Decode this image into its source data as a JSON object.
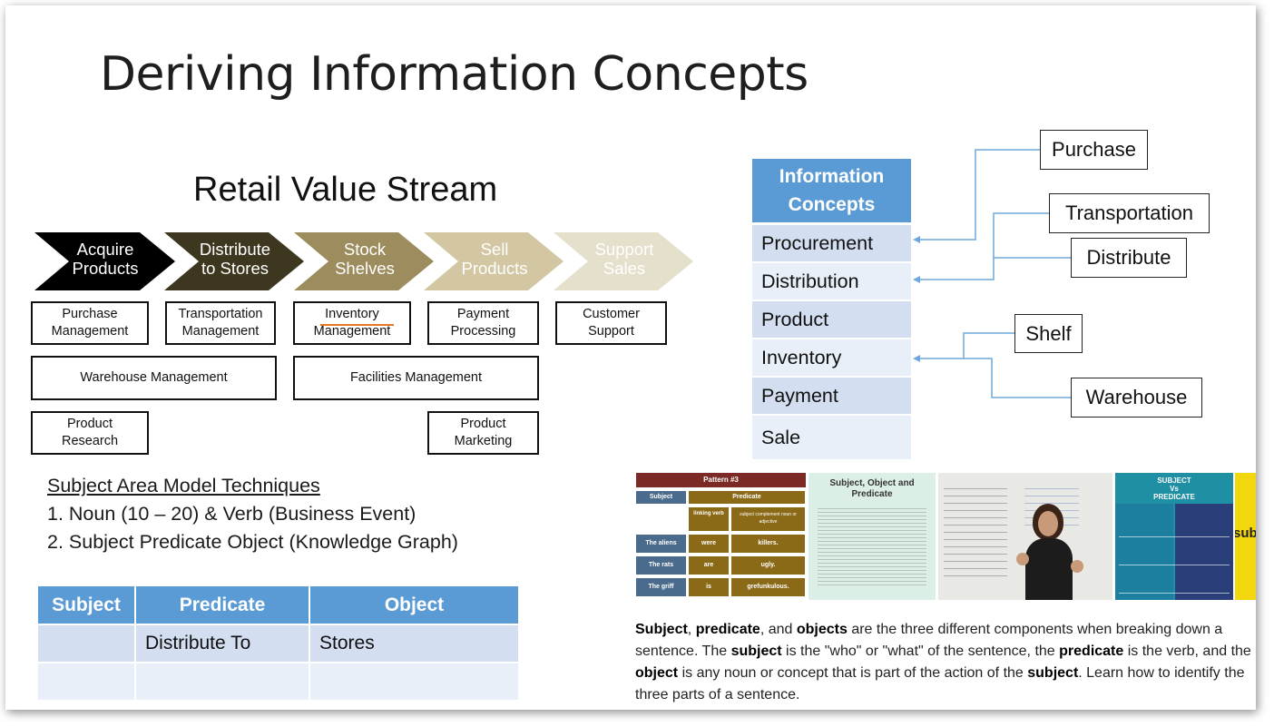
{
  "slide": {
    "title": "Deriving Information Concepts"
  },
  "value_stream": {
    "title": "Retail Value Stream",
    "stages": [
      {
        "label": "Acquire\nProducts",
        "fill": "#000000",
        "text_color": "#ffffff"
      },
      {
        "label": "Distribute\nto Stores",
        "fill": "#3d3720",
        "text_color": "#ffffff"
      },
      {
        "label": "Stock\nShelves",
        "fill": "#9d8d5e",
        "text_color": "#ffffff"
      },
      {
        "label": "Sell\nProducts",
        "fill": "#d2c7a2",
        "text_color": "#ffffff"
      },
      {
        "label": "Support\nSales",
        "fill": "#e5e0cc",
        "text_color": "#ffffff"
      }
    ],
    "capabilities": {
      "purchase": "Purchase\nManagement",
      "transportation": "Transportation\nManagement",
      "inventory": "Inventory\nManagement",
      "payment": "Payment\nProcessing",
      "customer": "Customer\nSupport",
      "warehouse": "Warehouse Management",
      "facilities": "Facilities Management",
      "research": "Product\nResearch",
      "marketing": "Product\nMarketing"
    },
    "highlight_color": "#e87722"
  },
  "techniques": {
    "heading": "Subject Area Model Techniques",
    "items": [
      "1. Noun (10 – 20) & Verb (Business Event)",
      "2. Subject Predicate Object (Knowledge Graph)"
    ]
  },
  "spo_table": {
    "headers": [
      "Subject",
      "Predicate",
      "Object"
    ],
    "rows": [
      [
        "",
        "Distribute To",
        "Stores"
      ],
      [
        "",
        "",
        ""
      ]
    ]
  },
  "info_concepts": {
    "heading": "Information\nConcepts",
    "items": [
      "Procurement",
      "Distribution",
      "Product",
      "Inventory",
      "Payment",
      "Sale"
    ],
    "header_color": "#5b9bd5",
    "row_colors": [
      "#d3dff0",
      "#e9eff8"
    ],
    "connector_color": "#6fa8dc"
  },
  "mapping_labels": {
    "purchase": "Purchase",
    "transportation": "Transportation",
    "distribute": "Distribute",
    "shelf": "Shelf",
    "warehouse": "Warehouse"
  },
  "thumbnails": {
    "pattern": {
      "title": "Pattern #3",
      "col1": "Subject",
      "col2": "Predicate",
      "sub1": "linking verb",
      "sub2": "subject complement noun or adjective",
      "rows": [
        [
          "The aliens",
          "were",
          "killers."
        ],
        [
          "The rats",
          "are",
          "ugly."
        ],
        [
          "The griff",
          "is",
          "grefunkulous."
        ]
      ]
    },
    "sop_title": "Subject, Object and Predicate",
    "svp": {
      "title1": "SUBJECT",
      "title2": "Vs",
      "title3": "PREDICATE"
    },
    "edge_text": "subje"
  },
  "description": {
    "html": "<b>Subject</b>, <b>predicate</b>, and <b>objects</b> are the three different components when breaking down a sentence. The <b>subject</b> is the \"who\" or \"what\" of the sentence, the <b>predicate</b> is the verb, and the <b>object</b> is any noun or concept that is part of the action of the <b>subject</b>. Learn how to identify the three parts of a sentence."
  }
}
